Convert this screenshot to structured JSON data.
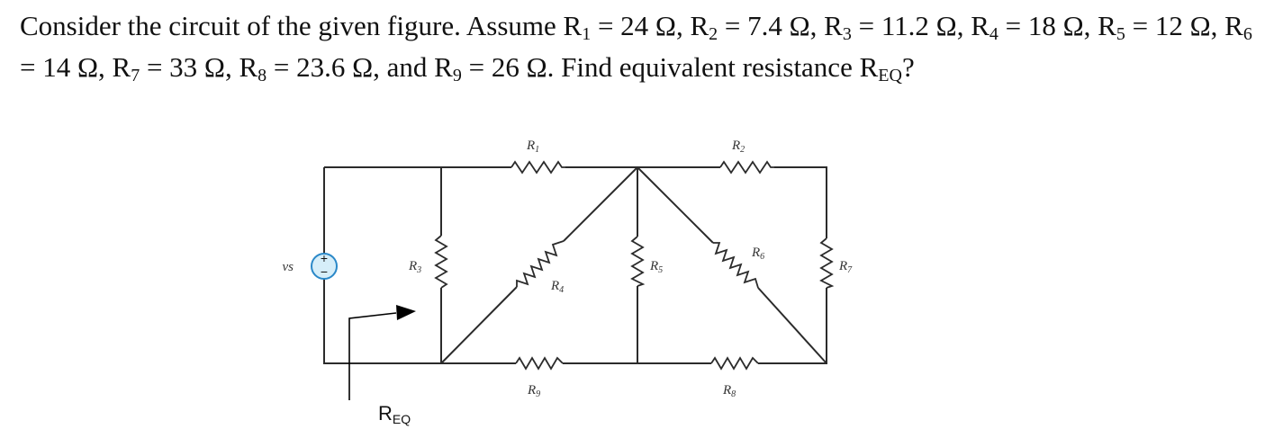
{
  "question": {
    "seg1": "Consider the circuit of the given figure. Assume R",
    "s1": "1",
    "seg2": " = 24 Ω, R",
    "s2": "2",
    "seg3": " = 7.4 Ω, R",
    "s3": "3",
    "seg4": " = 11.2 Ω, R",
    "s4": "4",
    "seg5": " = 18 Ω, R",
    "s5": "5",
    "seg6": " = 12 Ω, R",
    "s6": "6",
    "seg7": " = 14 Ω, R",
    "s7": "7",
    "seg8": " = 33 Ω, R",
    "s8": "8",
    "seg9": " = 23.6 Ω, and R",
    "s9": "9",
    "seg10": " = 26 Ω. Find equivalent resistance R",
    "s10": "EQ",
    "seg11": "?"
  },
  "circuit": {
    "source": {
      "label": "vs",
      "plus": "+",
      "minus": "−"
    },
    "resistors": {
      "r1": {
        "main": "R",
        "sub": "1"
      },
      "r2": {
        "main": "R",
        "sub": "2"
      },
      "r3": {
        "main": "R",
        "sub": "3"
      },
      "r4": {
        "main": "R",
        "sub": "4"
      },
      "r5": {
        "main": "R",
        "sub": "5"
      },
      "r6": {
        "main": "R",
        "sub": "6"
      },
      "r7": {
        "main": "R",
        "sub": "7"
      },
      "r8": {
        "main": "R",
        "sub": "8"
      },
      "r9": {
        "main": "R",
        "sub": "9"
      }
    },
    "req": {
      "main": "R",
      "sub": "EQ"
    }
  }
}
